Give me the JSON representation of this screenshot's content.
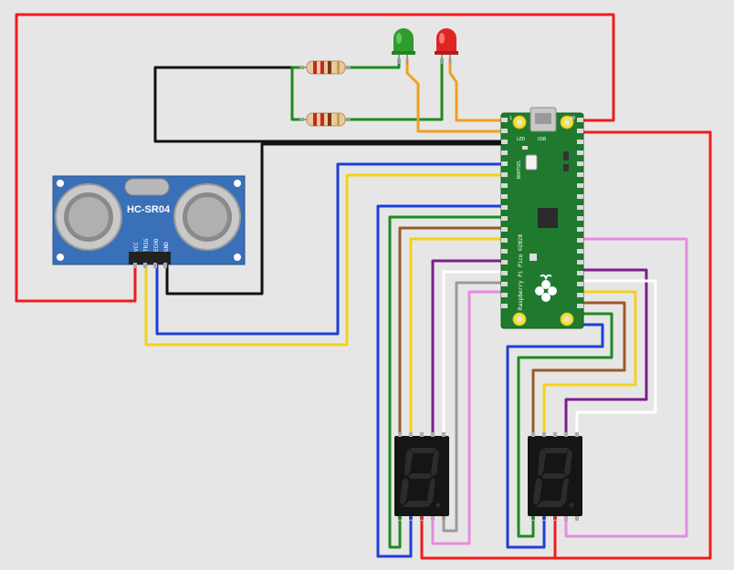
{
  "sensor": {
    "label": "HC-SR04",
    "pins": [
      "VCC",
      "TRIG",
      "ECHO",
      "GND"
    ]
  },
  "board": {
    "name": "Raspberry Pi Pico ©2020",
    "bootsel": "BOOTSEL",
    "led": "LED",
    "usb": "USB",
    "pin_top_left": "1",
    "pin_top_right": "40"
  },
  "leds": [
    {
      "color": "green",
      "hex": "#2e9d2e"
    },
    {
      "color": "red",
      "hex": "#e02424"
    }
  ],
  "wire_colors": {
    "red": "#ee1c1c",
    "black": "#111111",
    "blue": "#1f3fd6",
    "yellow": "#f3d21a",
    "green": "#1f8a1f",
    "brown": "#9a5a2a",
    "purple": "#7b1f8a",
    "white": "#ffffff",
    "gray": "#9a9a9a",
    "pink": "#e58ce0",
    "orange": "#f0a020"
  }
}
